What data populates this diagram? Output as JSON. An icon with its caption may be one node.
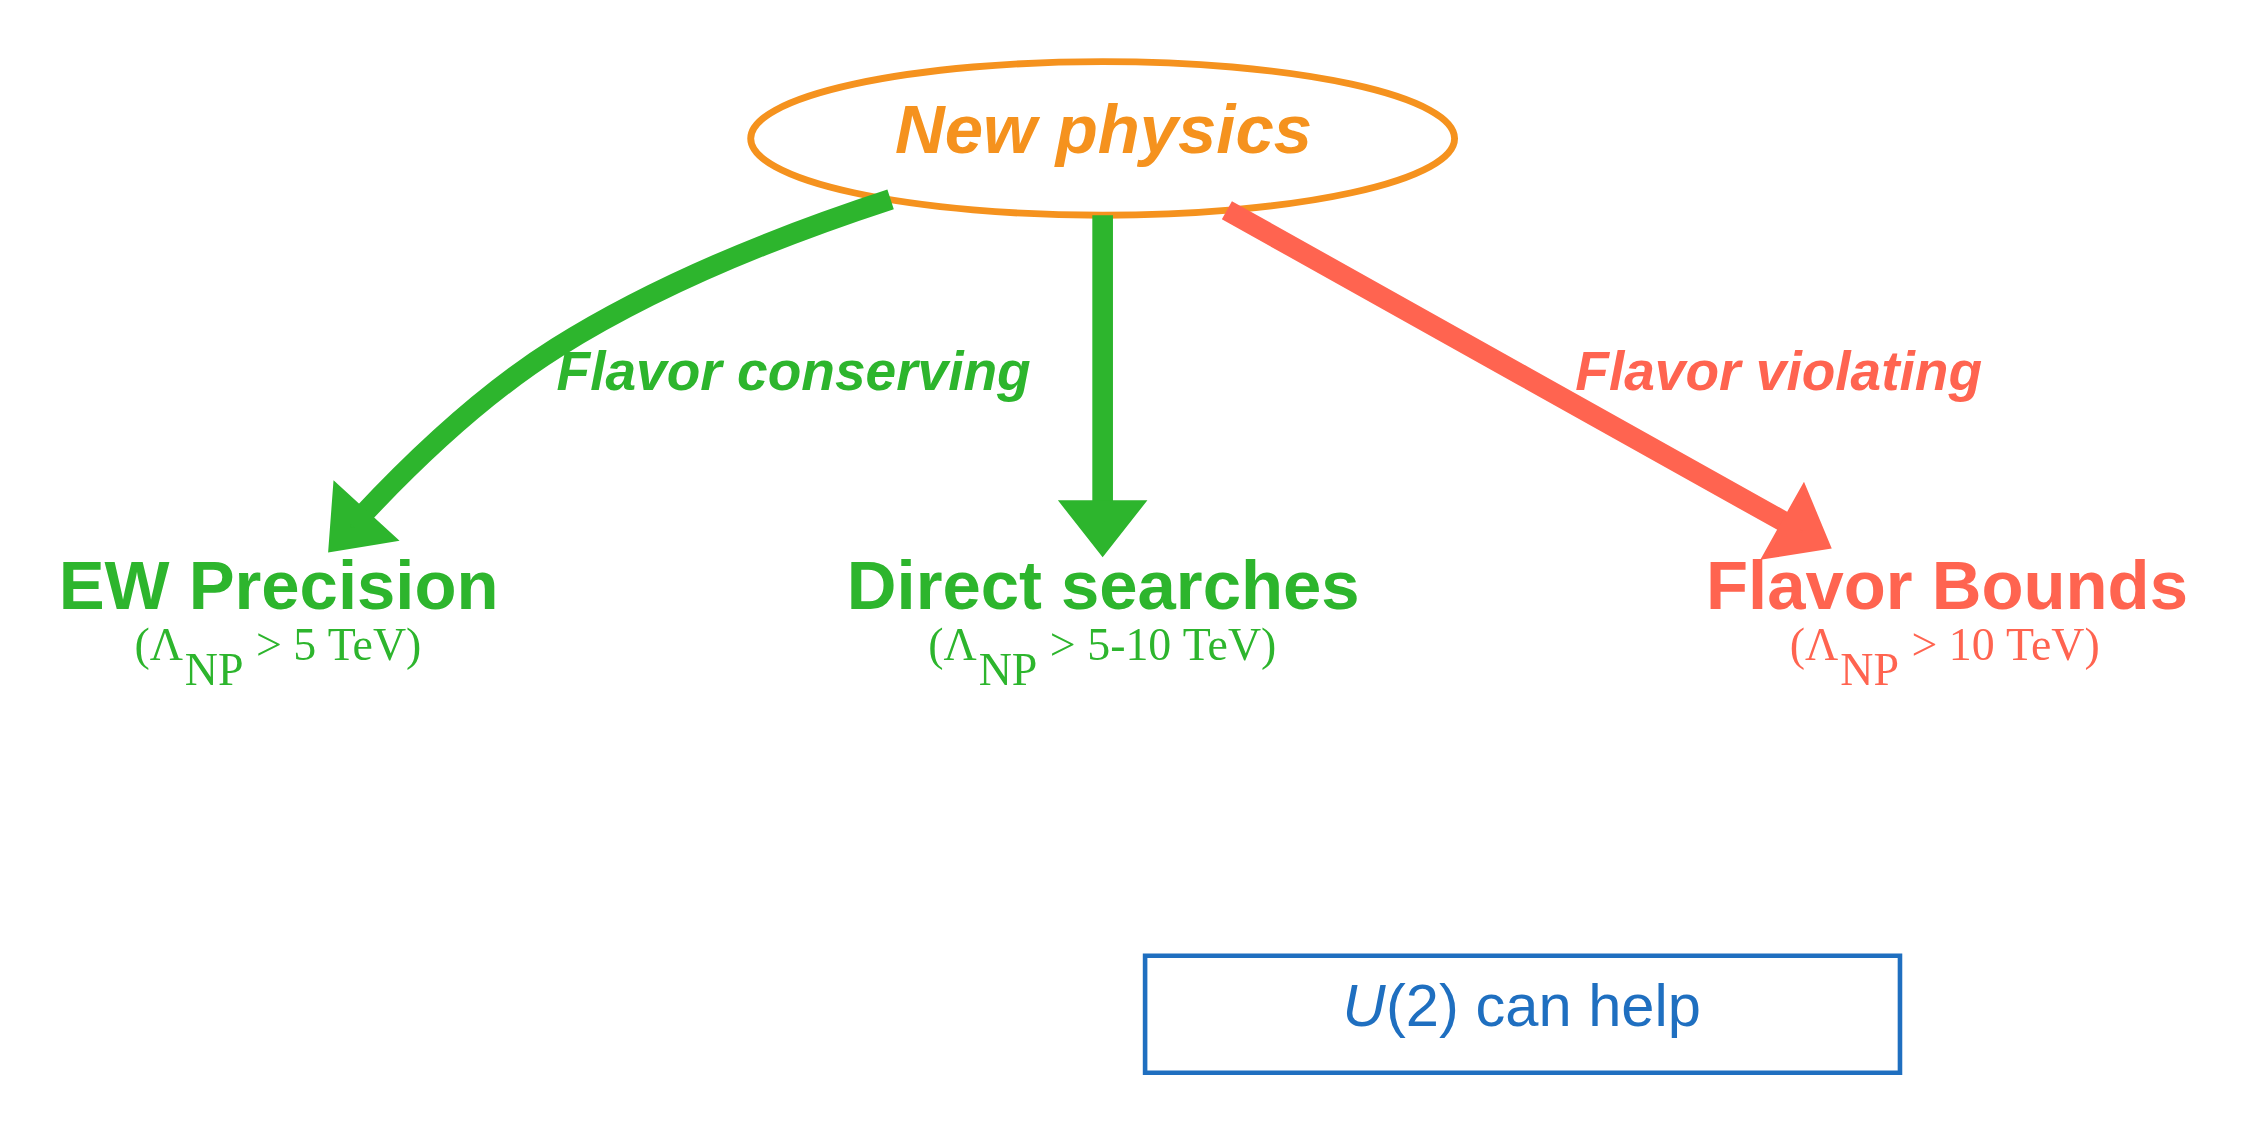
{
  "diagram": {
    "nodes": [
      {
        "text": [
          "New physics"
        ]
      },
      {
        "text": [
          "EW Precision"
        ],
        "beside": [
          "(Λ$_{NP}$ > 5 TeV)"
        ]
      },
      {
        "text": [
          "Direct searches"
        ],
        "beside": [
          "(Λ$_{NP}$ > 5-10 TeV)"
        ]
      },
      {
        "text": [
          "Flavor Bounds"
        ],
        "beside": [
          "(Λ$_{NP}$ > 10 TeV)"
        ]
      }
    ],
    "edges": [
      {
        "from": 0,
        "to": 1,
        "arrow": "to",
        "label": "Flavor conserving"
      },
      {
        "from": 0,
        "to": 2,
        "arrow": "to"
      },
      {
        "from": 0,
        "to": 3,
        "arrow": "to",
        "color": "#ff6450",
        "label": "Flavor violating"
      }
    ],
    "labels": [
      "*U*(2) can help"
    ]
  }
}
